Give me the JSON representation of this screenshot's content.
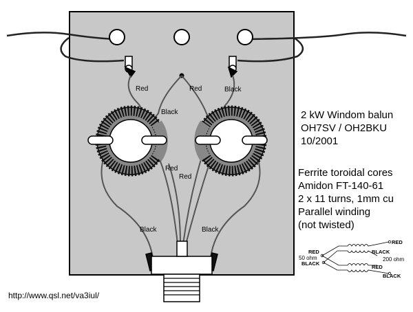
{
  "title": {
    "lines": [
      "2 kW Windom balun",
      "OH7SV / OH2BKU",
      "10/2001"
    ]
  },
  "specs": {
    "lines": [
      "Ferrite toroidal cores",
      "Amidon FT-140-61",
      "2 x 11 turns, 1mm cu",
      "Parallel winding",
      "(not twisted)"
    ]
  },
  "wire_labels": {
    "red_left_top": "Red",
    "red_right_top": "Red",
    "black_right_top": "Black",
    "black_center": "Black",
    "red_center_1": "Red",
    "red_center_2": "Red",
    "black_left_bottom": "Black",
    "black_right_bottom": "Black"
  },
  "schematic": {
    "red_in": "RED",
    "ohm_in": "50 ohm",
    "black_in": "BLACK",
    "red_out_top": "RED",
    "black_out_mid": "BLACK",
    "ohm_out": "200 ohm",
    "red_out_mid": "RED",
    "black_out_bottom": "BLACK"
  },
  "footer": {
    "url": "http://www.qsl.net/va3iul/"
  }
}
